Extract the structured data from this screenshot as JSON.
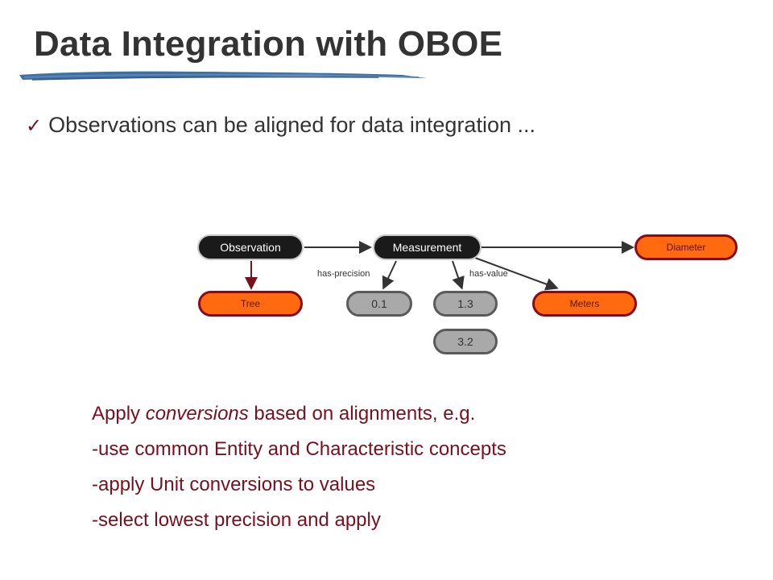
{
  "slide": {
    "title": "Data Integration with OBOE",
    "bullet": {
      "text": "Observations can be aligned for data integration ..."
    }
  },
  "diagram": {
    "nodes": {
      "observation": "Observation",
      "measurement": "Measurement",
      "diameter": "Diameter",
      "tree": "Tree",
      "precision_value": "0.1",
      "value_1": "1.3",
      "value_2": "3.2",
      "meters": "Meters"
    },
    "edge_labels": {
      "has_precision": "has-precision",
      "has_value": "has-value"
    }
  },
  "body": {
    "line1_prefix": "Apply ",
    "line1_emphasis": "conversions",
    "line1_suffix": " based on alignments, e.g.",
    "line2": "-use common Entity and Characteristic concepts",
    "line3": "-apply Unit conversions to values",
    "line4": "-select lowest precision and apply"
  },
  "colors": {
    "title": "#333333",
    "accent": "#7a0f1e",
    "entity_fill": "#ff6a10",
    "entity_border": "#8b0a14",
    "value_fill": "#a9a9a9",
    "concept_fill": "#1a1a1a"
  }
}
